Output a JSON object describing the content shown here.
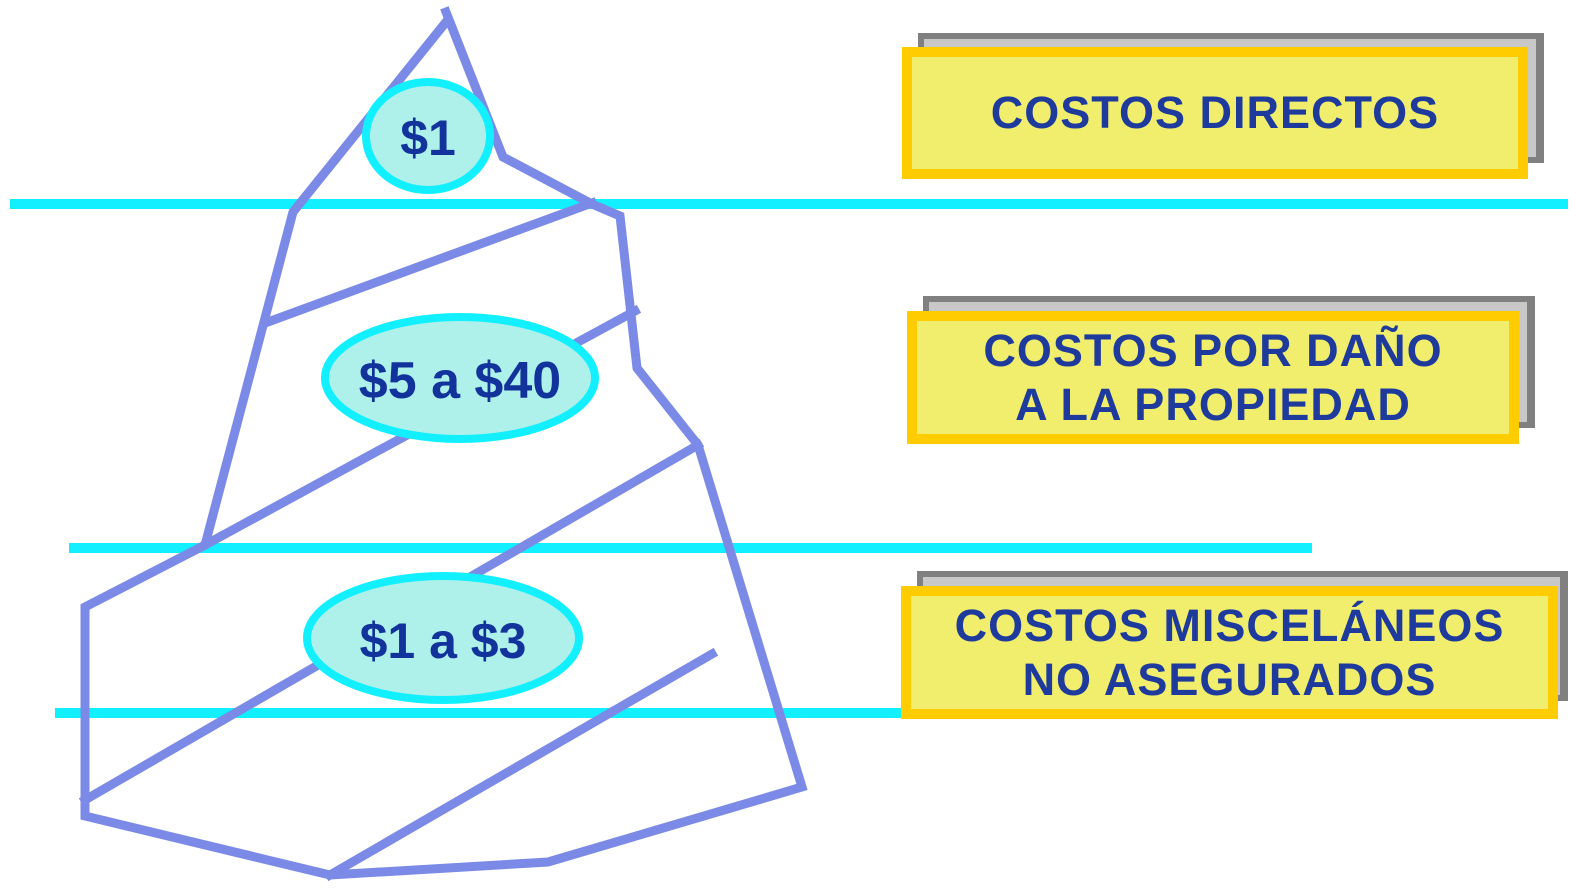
{
  "colors": {
    "iceberg_outline": "#7b8ae6",
    "waterline": "#12f0ff",
    "oval_fill": "#aef0ea",
    "oval_stroke": "#12f0ff",
    "price_text": "#12339b",
    "box_fill": "#f0ee6c",
    "box_border": "#ffcc00",
    "box_shadow": "#808080",
    "box_text": "#1d3a9c"
  },
  "price_labels": {
    "tip": "$1",
    "middle": "$5 a $40",
    "bottom": "$1 a $3"
  },
  "cost_boxes": {
    "direct": {
      "lines": [
        "COSTOS DIRECTOS"
      ]
    },
    "property": {
      "lines": [
        "COSTOS POR DAÑO",
        "A LA PROPIEDAD"
      ]
    },
    "misc": {
      "lines": [
        "COSTOS MISCELÁNEOS",
        "NO ASEGURADOS"
      ]
    }
  }
}
